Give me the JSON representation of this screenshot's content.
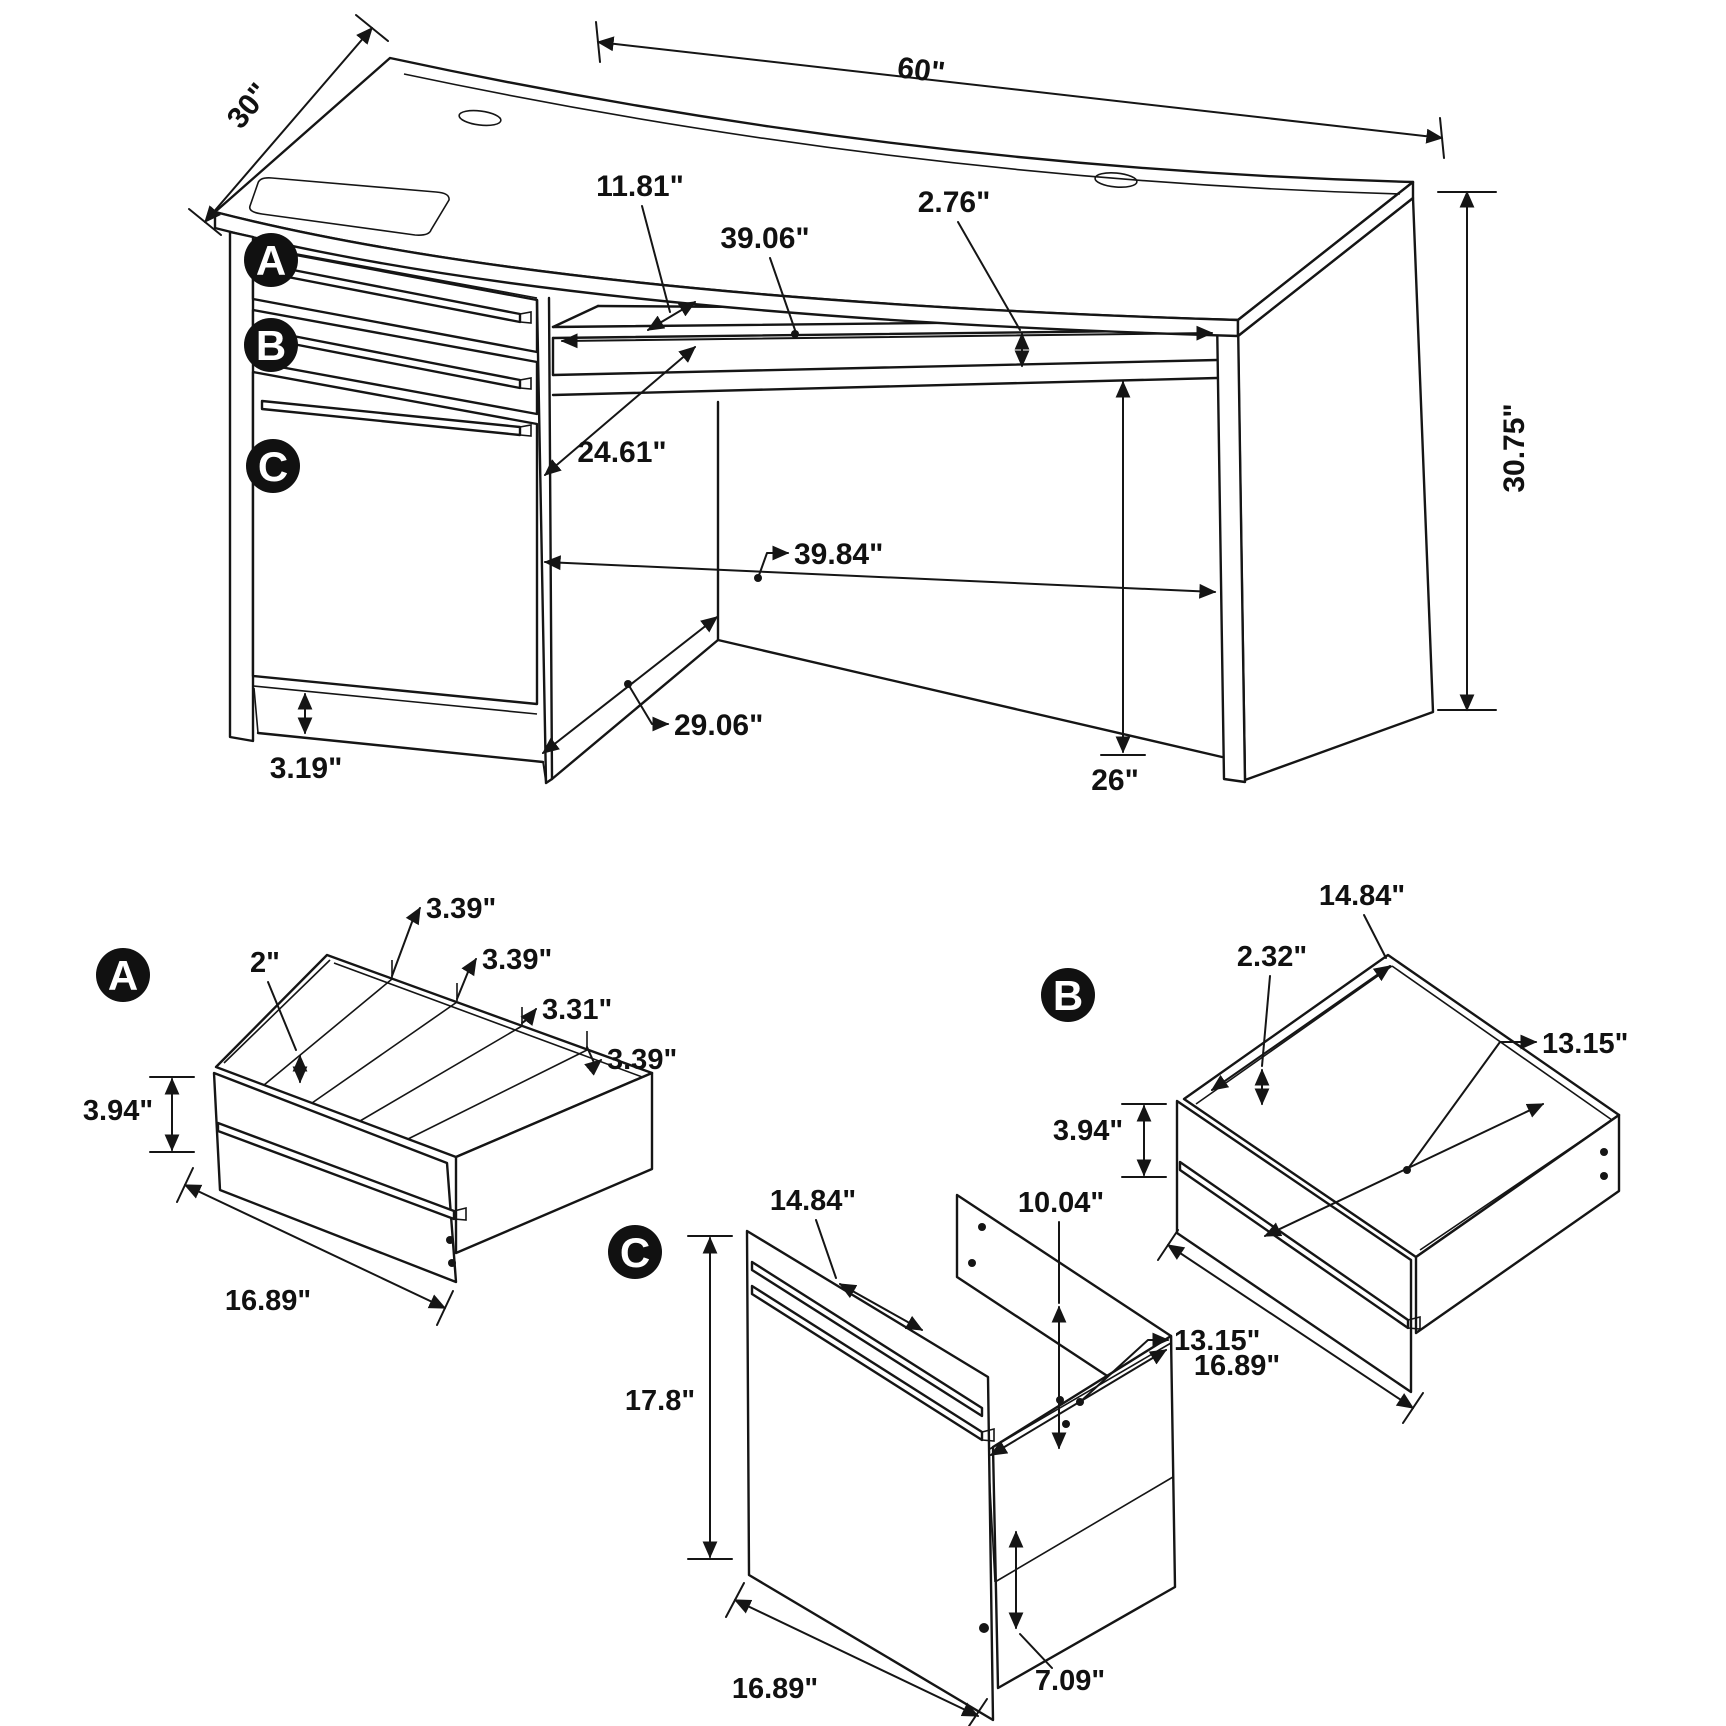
{
  "main_view": {
    "badge_a": "A",
    "badge_b": "B",
    "badge_c": "C",
    "dim_width": "60\"",
    "dim_depth": "30\"",
    "dim_height": "30.75\"",
    "dim_tray_depth": "11.81\"",
    "dim_tray_width": "39.06\"",
    "dim_tray_face_height": "2.76\"",
    "dim_overhang_depth": "24.61\"",
    "dim_kneehole_width": "39.84\"",
    "dim_kneehole_depth": "29.06\"",
    "dim_kneehole_height": "26\"",
    "dim_base_height": "3.19\""
  },
  "drawer_a_detail": {
    "badge": "A",
    "dim_height": "3.94\"",
    "dim_width": "16.89\"",
    "dim_divider_height": "2\"",
    "dim_slot_1": "3.39\"",
    "dim_slot_2": "3.39\"",
    "dim_slot_3": "3.31\"",
    "dim_slot_4": "3.39\""
  },
  "drawer_b_detail": {
    "badge": "B",
    "dim_height": "3.94\"",
    "dim_width": "16.89\"",
    "dim_depth": "14.84\"",
    "dim_wall_height": "2.32\"",
    "dim_inner_width": "13.15\""
  },
  "cabinet_c_detail": {
    "badge": "C",
    "dim_height": "17.8\"",
    "dim_width": "16.89\"",
    "dim_depth": "14.84\"",
    "dim_upper_height": "10.04\"",
    "dim_inner_width": "13.15\"",
    "dim_lower_height": "7.09\""
  }
}
